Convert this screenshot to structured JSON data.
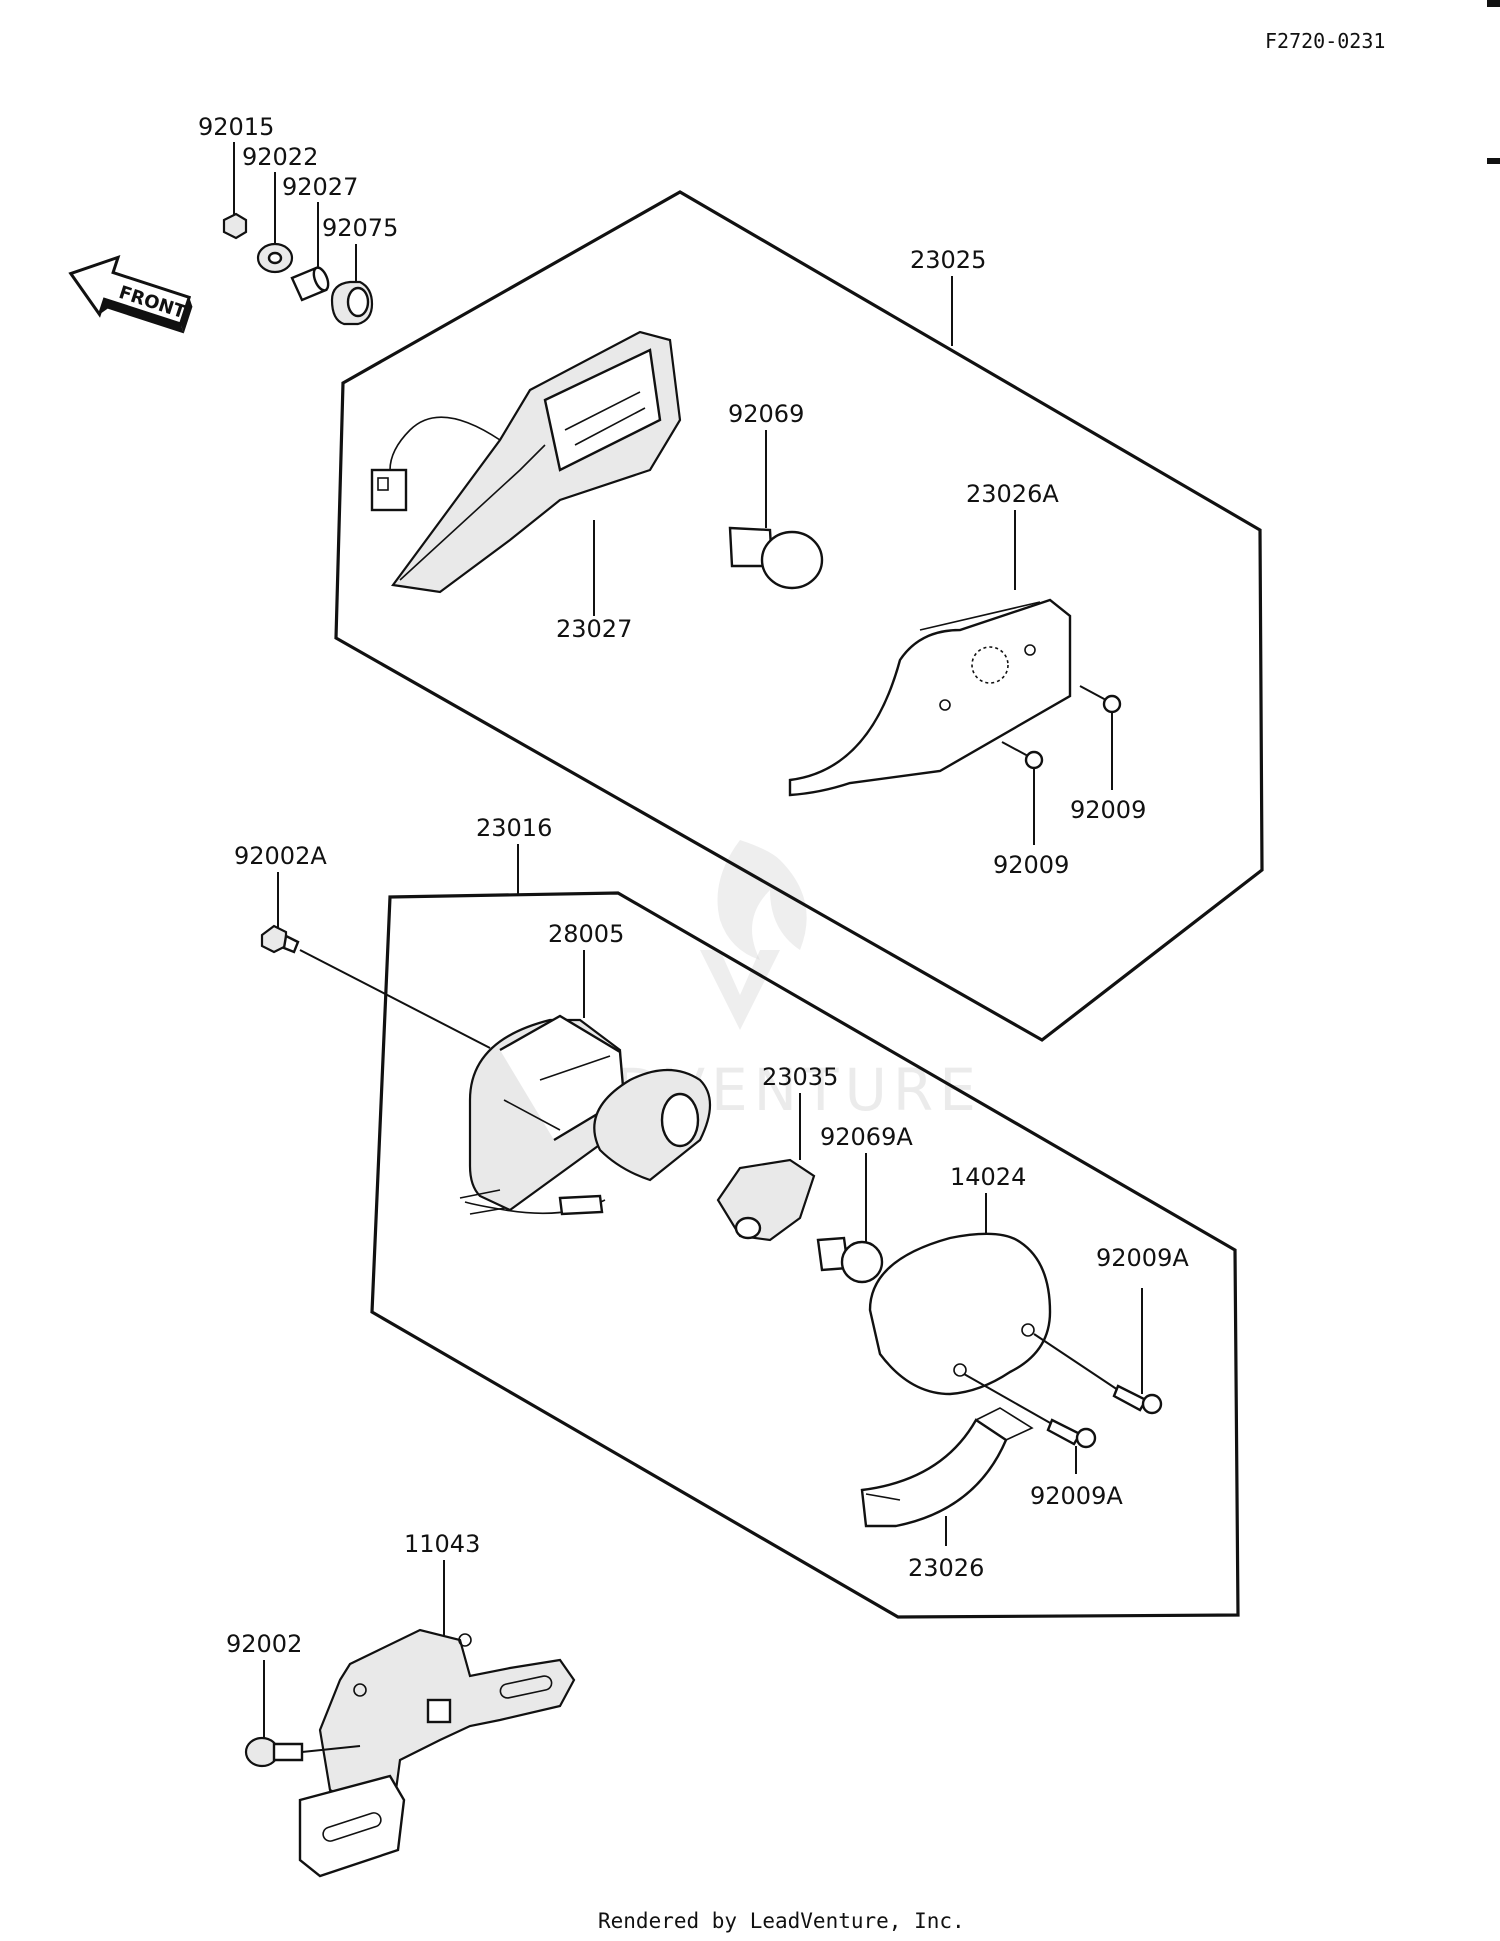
{
  "drawing_code": "F2720-0231",
  "footer": "Rendered by LeadVenture, Inc.",
  "watermark": "ADVENTURE",
  "front_arrow_label": "FRONT",
  "parts": {
    "p92015": "92015",
    "p92022": "92022",
    "p92027": "92027",
    "p92075": "92075",
    "p23025": "23025",
    "p92069": "92069",
    "p23026A": "23026A",
    "p23027": "23027",
    "p92009_a": "92009",
    "p92009_b": "92009",
    "p23016": "23016",
    "p92002A": "92002A",
    "p28005": "28005",
    "p23035": "23035",
    "p92069A": "92069A",
    "p14024": "14024",
    "p92009A_a": "92009A",
    "p92009A_b": "92009A",
    "p23026": "23026",
    "p11043": "11043",
    "p92002": "92002"
  }
}
